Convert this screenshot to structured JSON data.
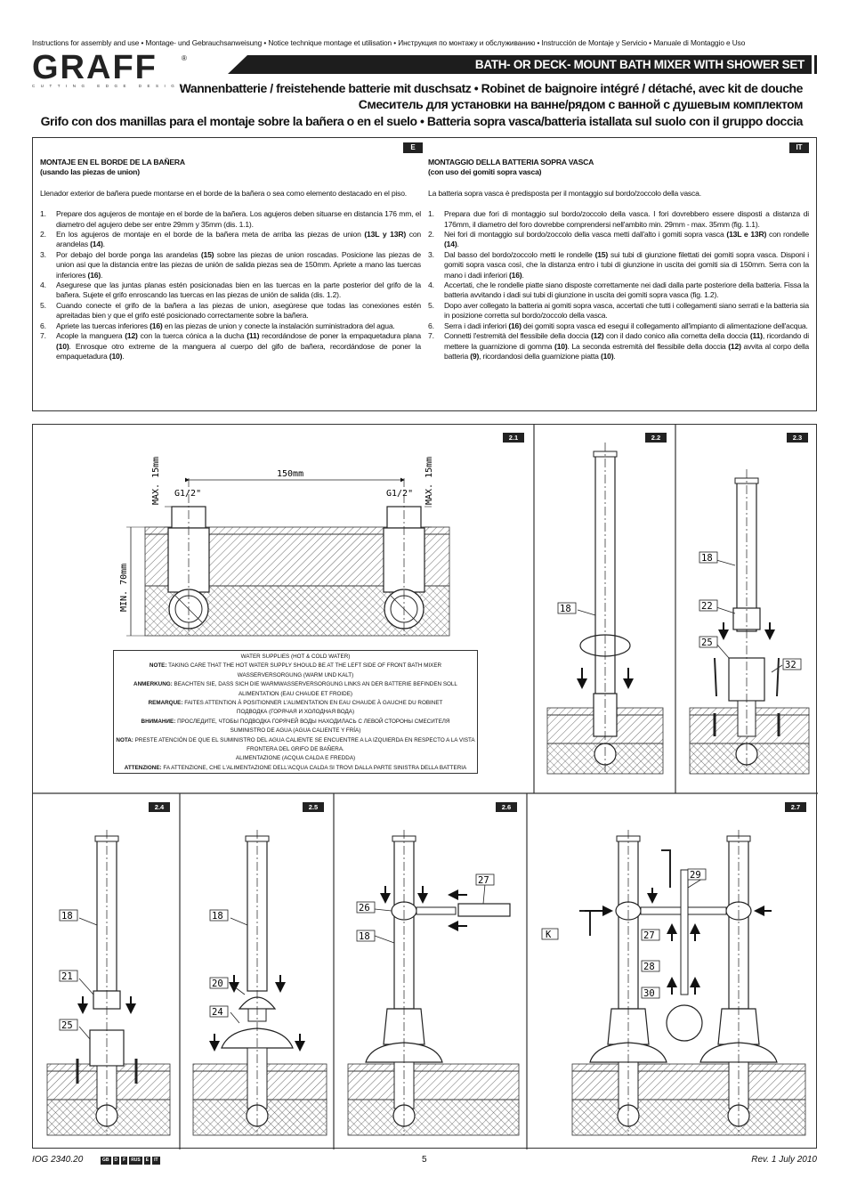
{
  "header": {
    "topline": "Instructions for assembly and use • Montage- und Gebrauchsanweisung • Notice technique montage et utilisation • Инструкция по монтажу и обслуживанию • Instrucción de Montaje y Servicio • Manuale di Montaggio e Uso",
    "logo": "GRAFF",
    "logo_tagline": "CUTTING EDGE DESIGN",
    "title": "BATH- OR DECK- MOUNT BATH MIXER WITH SHOWER SET",
    "subtitle_de_fr": "Wannenbatterie / freistehende batterie mit duschsatz • Robinet de baignoire intégré / détaché, avec kit de douche",
    "subtitle_ru": "Смеситель для установки на ванне/рядом с ванной с душевым комплектом",
    "subtitle_es_it": "Grifo con dos manillas para el montaje sobre la bañera o en el suelo • Batteria sopra vasca/batteria istallata sul suolo con il gruppo doccia"
  },
  "spanish": {
    "tab": "E",
    "heading": "MONTAJE EN EL BORDE DE LA BAÑERA",
    "subheading": "(usando las piezas de union)",
    "intro": "Llenador exterior de bañera puede montarse en el borde de la bañera o sea como elemento destacado en el piso.",
    "steps": [
      {
        "n": "1.",
        "t": "Prepare dos agujeros de montaje  en el borde de la bañera. Los agujeros deben situarse en distancia 176 mm, el diametro del agujero debe ser entre 29mm y 35mm (dis. 1.1)."
      },
      {
        "n": "2.",
        "t": "En los agujeros de montaje en el borde de la bañera meta de arriba las piezas de union (13L y 13R) con arandelas (14)."
      },
      {
        "n": "3.",
        "t": "Por debajo del borde ponga las arandelas (15) sobre las piezas de union roscadas. Posicione las piezas de union asi que la distancia entre las piezas de unión de salida piezas sea de 150mm. Apriete a mano las tuercas inferiores (16)."
      },
      {
        "n": "4.",
        "t": "Asegurese que las juntas planas estén posicionadas bien en las tuercas en la parte posterior del grifo de la bañera. Sujete el grifo enroscando las tuercas en las piezas de unión de salida (dis. 1.2)."
      },
      {
        "n": "5.",
        "t": "Cuando conecte el grifo de la bañera a las piezas de union, asegúrese que  todas las conexiones estén apreitadas bien y que el grifo esté posicionado correctamente sobre la bañera."
      },
      {
        "n": "6.",
        "t": "Apriete las tuercas inferiores (16) en las piezas de union y conecte la instalación suministradora del agua."
      },
      {
        "n": "7.",
        "t": "Acople la manguera (12) con la tuerca cónica a la ducha (11) recordándose de poner la empaquetadura plana (10). Enrosque otro extreme de la manguera al cuerpo del gifo de bañera, recordándose de poner la empaquetadura (10)."
      }
    ]
  },
  "italian": {
    "tab": "IT",
    "heading": "MONTAGGIO DELLA BATTERIA SOPRA VASCA",
    "subheading": "(con uso dei gomiti sopra vasca)",
    "intro": "La batteria sopra vasca è predisposta per il montaggio sul bordo/zoccolo della vasca.",
    "steps": [
      {
        "n": "1.",
        "t": "Prepara due fori di montaggio sul bordo/zoccolo della vasca. I fori dovrebbero essere disposti a distanza di 176mm, il diametro del foro dovrebbe comprendersi nell'ambito min. 29mm - max. 35mm (fig. 1.1)."
      },
      {
        "n": "2.",
        "t": "Nei fori di montaggio sul bordo/zoccolo della vasca metti dall'alto i gomiti sopra vasca (13L e 13R) con rondelle (14)."
      },
      {
        "n": "3.",
        "t": "Dal basso del bordo/zoccolo metti le rondelle (15) sui tubi di giunzione filettati dei gomiti sopra vasca. Disponi i gomiti sopra vasca così, che la distanza entro i tubi di giunzione in uscita dei gomiti sia di 150mm. Serra con la mano i dadi inferiori (16)."
      },
      {
        "n": "4.",
        "t": "Accertati, che le rondelle piatte siano disposte correttamente nei dadi dalla parte posteriore della batteria. Fissa la batteria avvitando i dadi sui tubi di giunzione in uscita dei gomiti sopra vasca (fig. 1.2)."
      },
      {
        "n": "5.",
        "t": "Dopo aver collegato la batteria ai gomiti sopra vasca, accertati che tutti i collegamenti siano serrati e la batteria sia in posizione corretta sul bordo/zoccolo della vasca."
      },
      {
        "n": "6.",
        "t": "Serra i dadi inferiori (16) dei gomiti sopra vasca ed esegui il collegamento all'impianto di alimentazione dell'acqua."
      },
      {
        "n": "7.",
        "t": "Connetti l'estremità del flessibile della doccia (12) con il dado conico alla cornetta della doccia (11), ricordando di mettere la guarnizione di gomma (10). La seconda estremità del flessibile della doccia (12) avvita al corpo della batteria (9), ricordandosi della guarnizione piatta (10)."
      }
    ]
  },
  "figures": {
    "tabs": [
      "2.1",
      "2.2",
      "2.3",
      "2.4",
      "2.5",
      "2.6",
      "2.7"
    ],
    "dim_150": "150mm",
    "dim_max15": "MAX. 15mm",
    "dim_min70": "MIN. 70mm",
    "thread": "G1/2\"",
    "labels": {
      "f22": [
        "18"
      ],
      "f23": [
        "18",
        "22",
        "25",
        "32"
      ],
      "f24": [
        "18",
        "21",
        "25"
      ],
      "f25": [
        "18",
        "20",
        "24"
      ],
      "f26": [
        "26",
        "27",
        "18"
      ],
      "f27": [
        "29",
        "K",
        "27",
        "28",
        "30"
      ]
    },
    "notes": [
      {
        "label": "",
        "text": "WATER SUPPLIES (HOT & COLD WATER)"
      },
      {
        "label": "NOTE:",
        "text": "TAKING CARE THAT THE HOT WATER SUPPLY SHOULD BE AT THE LEFT SIDE OF FRONT BATH MIXER"
      },
      {
        "label": "",
        "text": "WASSERVERSORGUNG (WARM UND KALT)"
      },
      {
        "label": "ANMERKUNG:",
        "text": "BEACHTEN SIE, DASS SICH DIE WARMWASSERVERSORGUNG LINKS AN DER BATTERIE BEFINDEN SOLL"
      },
      {
        "label": "",
        "text": "ALIMENTATION (EAU CHAUDE ET FROIDE)"
      },
      {
        "label": "REMARQUE:",
        "text": "FAITES ATTENTION À POSITIONNER L'ALIMENTATION EN EAU CHAUDE À GAUCHE DU ROBINET"
      },
      {
        "label": "",
        "text": "ПОДВОДКА (ГОРЯЧАЯ И ХОЛОДНАЯ ВОДА)"
      },
      {
        "label": "ВНИМАНИЕ:",
        "text": "ПРОСЛЕДИТЕ, ЧТОБЫ ПОДВОДКА ГОРЯЧЕЙ ВОДЫ НАХОДИЛАСЬ С ЛЕВОЙ СТОРОНЫ СМЕСИТЕЛЯ"
      },
      {
        "label": "",
        "text": "SUMINISTRO DE AGUA (AGUA CALIENTE Y FRÍA)"
      },
      {
        "label": "NOTA:",
        "text": "PRESTE ATENCIÓN DE QUE EL SUMINISTRO DEL AGUA CALIENTE SE ENCUENTRE A LA IZQUIERDA EN RESPECTO A LA VISTA FRONTERA DEL GRIFO DE BAÑERA."
      },
      {
        "label": "",
        "text": "ALIMENTAZIONE (ACQUA CALDA E FREDDA)"
      },
      {
        "label": "ATTENZIONE:",
        "text": "FA ATTENZIONE, CHE L'ALIMENTAZIONE DELL'ACQUA CALDA SI TROVI DALLA PARTE SINISTRA DELLA BATTERIA"
      }
    ]
  },
  "footer": {
    "code": "IOG 2340.20",
    "flags": [
      "GB",
      "D",
      "F",
      "RUS",
      "E",
      "IT"
    ],
    "page": "5",
    "revision": "Rev. 1 July 2010"
  }
}
